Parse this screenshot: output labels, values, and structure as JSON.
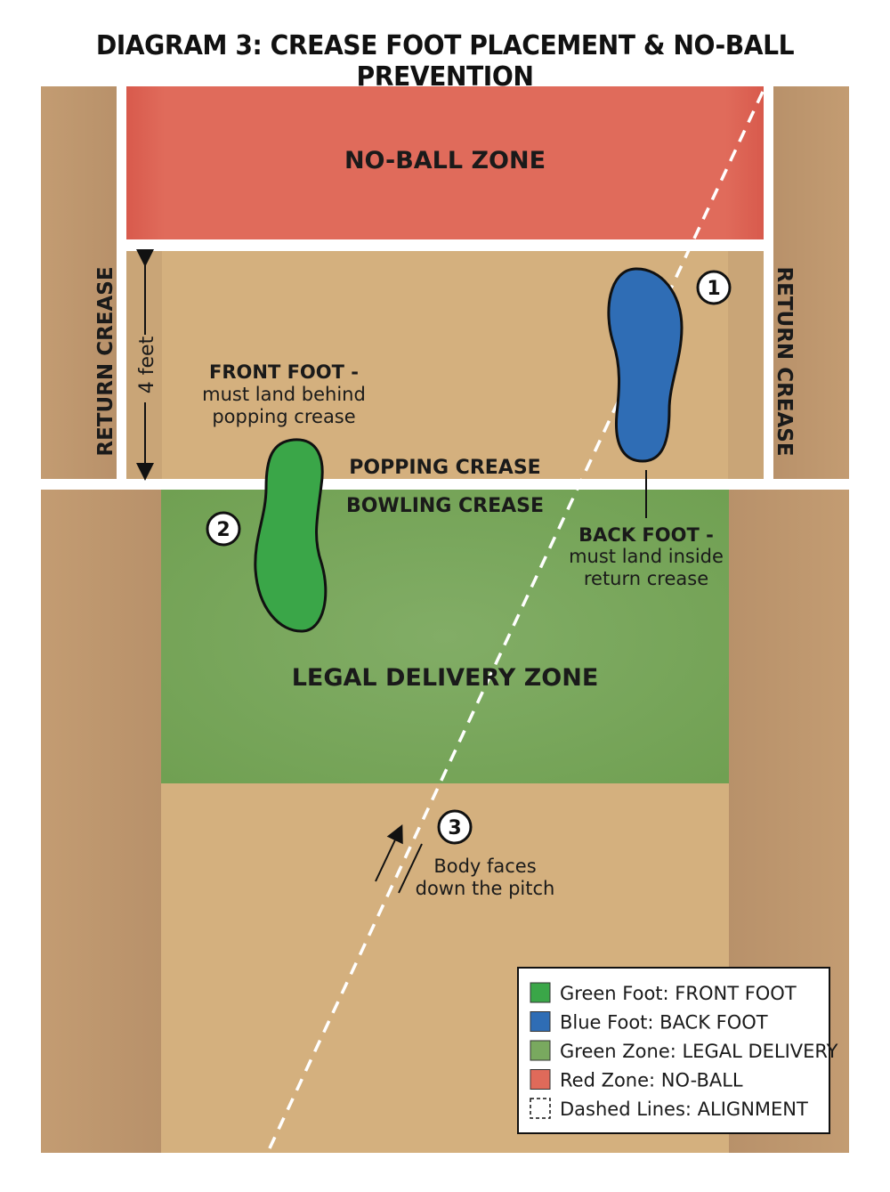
{
  "title": "DIAGRAM 3: CREASE FOOT PLACEMENT & NO-BALL PREVENTION",
  "zones": {
    "no_ball": "NO-BALL ZONE",
    "legal_delivery": "LEGAL DELIVERY ZONE"
  },
  "creases": {
    "popping": "POPPING CREASE",
    "bowling": "BOWLING CREASE",
    "return_left": "RETURN CREASE",
    "return_right": "RETURN CREASE",
    "distance": "4 feet"
  },
  "annotations": {
    "front_foot": {
      "number": "2",
      "title": "FRONT FOOT -",
      "line1": "must land behind",
      "line2": "popping crease"
    },
    "back_foot": {
      "number": "1",
      "title": "BACK FOOT -",
      "line1": "must land inside",
      "line2": "return crease"
    },
    "body": {
      "number": "3",
      "line1": "Body faces",
      "line2": "down the pitch"
    }
  },
  "legend": [
    {
      "swatch": "green-foot",
      "color": "#3aa648",
      "label": "Green Foot: FRONT FOOT"
    },
    {
      "swatch": "blue-foot",
      "color": "#2f6db5",
      "label": "Blue Foot: BACK FOOT"
    },
    {
      "swatch": "green-zone",
      "color": "#79a95f",
      "label": "Green Zone: LEGAL DELIVERY"
    },
    {
      "swatch": "red-zone",
      "color": "#df6a5a",
      "label": "Red Zone: NO-BALL"
    },
    {
      "swatch": "dashed",
      "color": "#ffffff",
      "label": "Dashed Lines: ALIGNMENT"
    }
  ],
  "colors": {
    "pitch": "#d4b07e",
    "side": "#c09a70",
    "no_ball": "#df6a5a",
    "legal": "#79a95f",
    "front_foot": "#3aa648",
    "back_foot": "#2f6db5"
  }
}
